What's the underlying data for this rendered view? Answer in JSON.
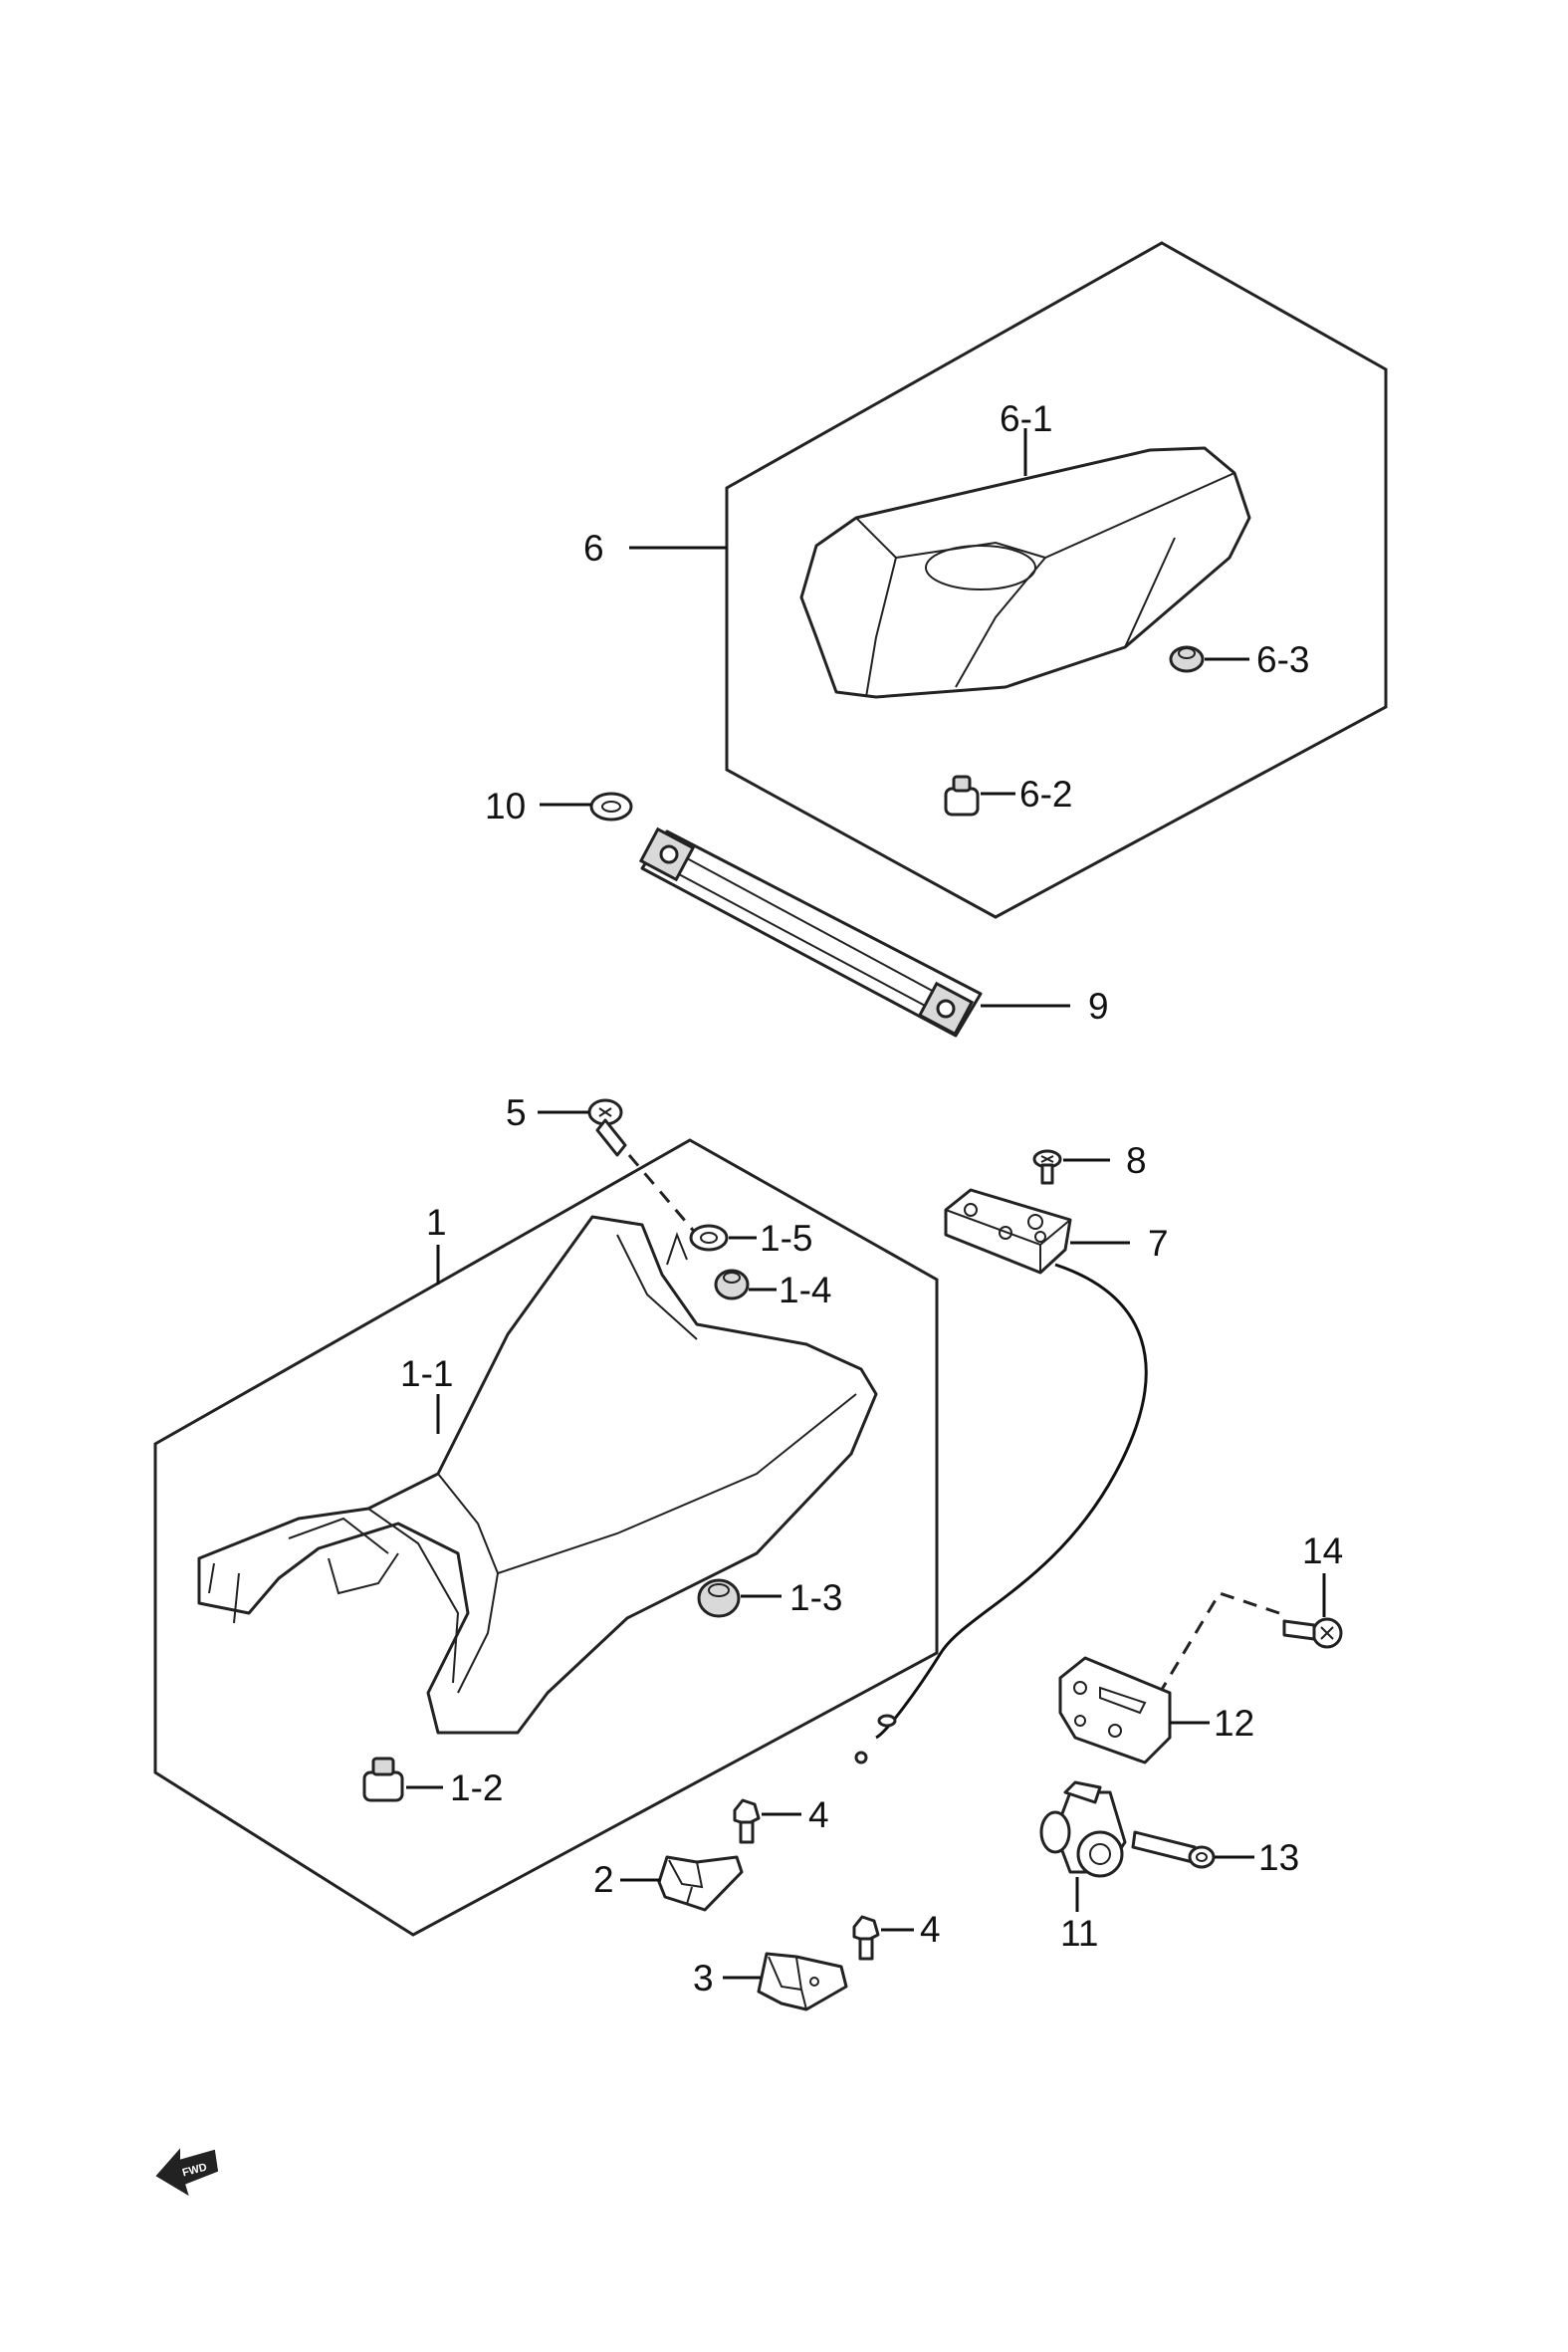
{
  "labels": {
    "p1": "1",
    "p1_1": "1-1",
    "p1_2": "1-2",
    "p1_3": "1-3",
    "p1_4": "1-4",
    "p1_5": "1-5",
    "p2": "2",
    "p3": "3",
    "p4a": "4",
    "p4b": "4",
    "p5": "5",
    "p6": "6",
    "p6_1": "6-1",
    "p6_2": "6-2",
    "p6_3": "6-3",
    "p7": "7",
    "p8": "8",
    "p9": "9",
    "p10": "10",
    "p11": "11",
    "p12": "12",
    "p13": "13",
    "p14": "14"
  },
  "fwd_marker": "FWD",
  "colors": {
    "line": "#222222",
    "background": "#ffffff",
    "fill_grey": "#d9d9d9"
  }
}
